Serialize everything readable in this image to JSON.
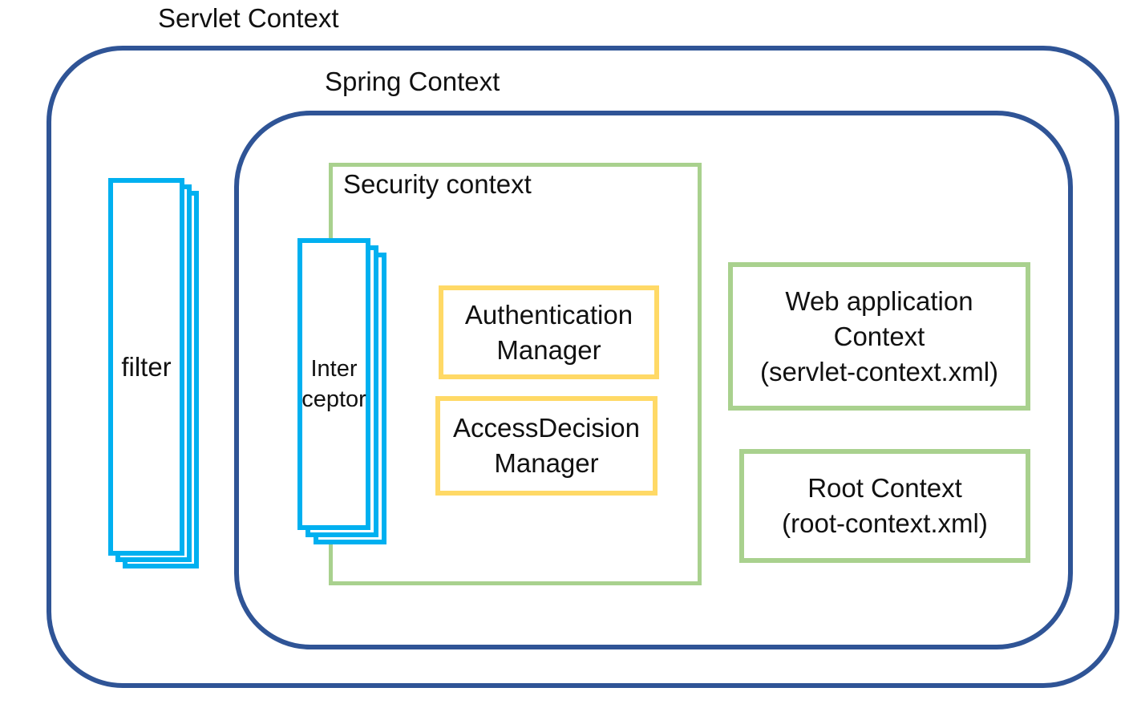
{
  "colors": {
    "blue": "#2f5496",
    "cyan": "#00b0f0",
    "green": "#a9d18e",
    "yellow": "#ffd966",
    "text": "#111111"
  },
  "contexts": {
    "servlet": {
      "label": "Servlet Context"
    },
    "spring": {
      "label": "Spring Context"
    },
    "security": {
      "label": "Security context"
    }
  },
  "stacks": {
    "filter": {
      "label": "filter"
    },
    "interceptor": {
      "lines": [
        "Inter",
        "ceptor"
      ]
    }
  },
  "boxes": {
    "authentication_manager": {
      "lines": [
        "Authentication",
        "Manager"
      ]
    },
    "access_decision_manager": {
      "lines": [
        "AccessDecision",
        "Manager"
      ]
    },
    "web_application_context": {
      "lines": [
        "Web application",
        "Context",
        "(servlet-context.xml)"
      ]
    },
    "root_context": {
      "lines": [
        "Root Context",
        "(root-context.xml)"
      ]
    }
  }
}
